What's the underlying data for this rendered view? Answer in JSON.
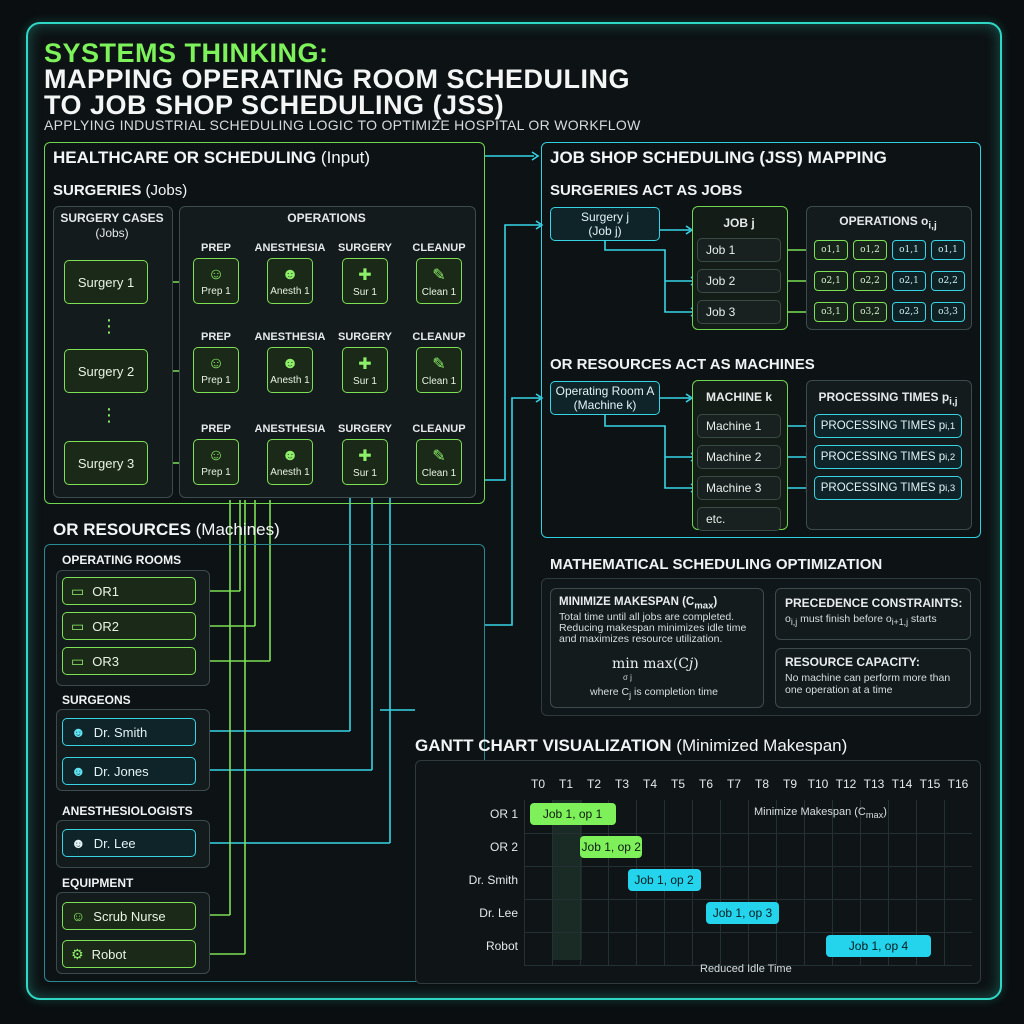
{
  "title": {
    "line1": "SYSTEMS THINKING:",
    "line2": "MAPPING OPERATING ROOM SCHEDULING",
    "line3": "TO JOB SHOP SCHEDULING (JSS)",
    "subtitle": "APPLYING INDUSTRIAL SCHEDULING LOGIC TO OPTIMIZE HOSPITAL OR WORKFLOW"
  },
  "left": {
    "header_bold": "HEALTHCARE  OR SCHEDULING",
    "header_rest": " (Input)",
    "surgeries_bold": "SURGERIES",
    "surgeries_rest": " (Jobs)",
    "cases_title": "SURGERY CASES",
    "cases_sub": "(Jobs)",
    "operations_title": "OPERATIONS",
    "cases": [
      "Surgery 1",
      "Surgery 2",
      "Surgery 3"
    ],
    "dots": "⋮",
    "op_cols": [
      "PREP",
      "ANESTHESIA",
      "SURGERY",
      "CLEANUP"
    ],
    "tiles": [
      "Prep 1",
      "Anesth 1",
      "Sur 1",
      "Clean 1"
    ],
    "resources_bold": "OR RESOURCES",
    "resources_rest": " (Machines)",
    "groups": {
      "rooms": "OPERATING ROOMS",
      "surgeons": "SURGEONS",
      "anesth": "ANESTHESIOLOGISTS",
      "equip": "EQUIPMENT"
    },
    "rooms": [
      "OR1",
      "OR2",
      "OR3"
    ],
    "surgeons": [
      "Dr. Smith",
      "Dr. Jones"
    ],
    "anesthesiologists": [
      "Dr. Lee"
    ],
    "equipment": [
      "Scrub Nurse",
      "Robot"
    ]
  },
  "right": {
    "header": "JOB SHOP SCHEDULING (JSS) MAPPING",
    "jobs_title": "SURGERIES ACT AS JOBS",
    "surgery_j": "Surgery j",
    "job_j_paren": "(Job j)",
    "job_j": "JOB j",
    "jobs": [
      "Job 1",
      "Job 2",
      "Job 3"
    ],
    "operations_title": "OPERATIONS o",
    "operations_sub": "i,j",
    "ops": [
      [
        "o1,1",
        "o1,2",
        "o1,1",
        "o1,1"
      ],
      [
        "o2,1",
        "o2,2",
        "o2,1",
        "o2,2"
      ],
      [
        "o3,1",
        "o3,2",
        "o2,3",
        "o3,3"
      ]
    ],
    "machines_title": "OR RESOURCES ACT AS MACHINES",
    "or_room_a": "Operating Room A",
    "machine_k_paren": "(Machine k)",
    "machine_k": "MACHINE k",
    "machines": [
      "Machine 1",
      "Machine 2",
      "Machine 3",
      "etc."
    ],
    "ptimes_title": "PROCESSING TIMES p",
    "ptimes_sub": "i,j",
    "ptimes_label": "PROCESSING TIMES p",
    "ptimes_subs": [
      "i,1",
      "i,2",
      "i,3"
    ],
    "math_title": "MATHEMATICAL SCHEDULING OPTIMIZATION",
    "makespan_title": "MINIMIZE MAKESPAN (C",
    "makespan_sub": "max",
    "makespan_text": "Total time until all jobs are completed. Reducing makespan minimizes idle time and maximizes resource utilization.",
    "formula": "min max(C",
    "formula_j": "j",
    "formula_under": "σ       j",
    "formula_note": "where C",
    "formula_note2": " is completion time",
    "prec_title": "PRECEDENCE CONSTRAINTS:",
    "prec_text": "o",
    "prec_text_a": "i,j",
    "prec_text_b": " must finish before o",
    "prec_text_c": "i+1,j",
    "prec_text_d": " starts",
    "cap_title": "RESOURCE CAPACITY:",
    "cap_text": "No machine can perform more than one operation at a time"
  },
  "gantt": {
    "title_bold": "GANTT CHART VISUALIZATION",
    "title_rest": " (Minimized Makespan)",
    "ticks": [
      "T0",
      "T1",
      "T2",
      "T3",
      "T4",
      "T5",
      "T6",
      "T7",
      "T8",
      "T9",
      "T10",
      "T12",
      "T13",
      "T14",
      "T15",
      "T16"
    ],
    "rows": [
      "OR 1",
      "OR 2",
      "Dr. Smith",
      "Dr. Lee",
      "Robot"
    ],
    "bars": [
      "Job 1, op 1",
      "Job 1, op 2",
      "Job 1, op 2",
      "Job 1, op 3",
      "Job 1, op 4"
    ],
    "note": "Minimize Makespan (C",
    "note_sub": "max",
    "idle": "Reduced Idle Time"
  },
  "colors": {
    "green": "#7df25a",
    "cyan": "#2fd0e0",
    "background": "#0d1214"
  }
}
